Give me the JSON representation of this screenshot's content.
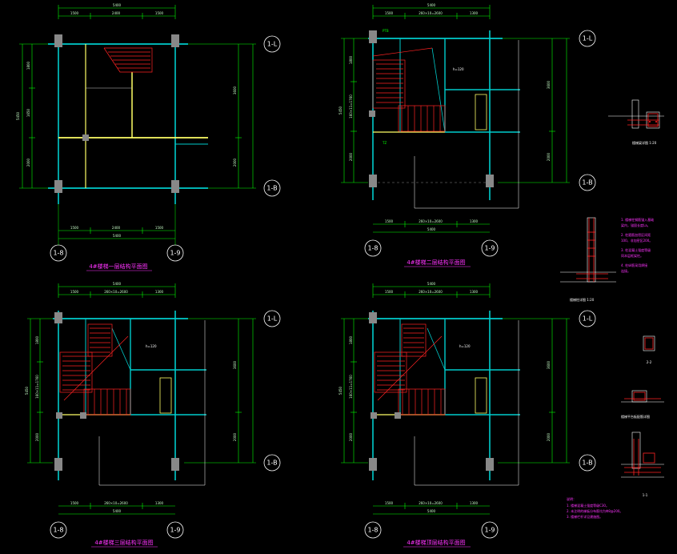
{
  "plans": [
    {
      "id": "plan-1",
      "title": "4#楼梯一层结构平面图",
      "axis_top": "1-L",
      "axis_mid": "1-B",
      "axis_left": "1-8",
      "axis_right": "1-9",
      "dims_top": [
        "1500",
        "2400",
        "1500"
      ],
      "dims_top_total": "5400",
      "dims_bottom": [
        "1500",
        "2400",
        "1500"
      ],
      "dims_bottom_total": "5400",
      "dims_left": [
        "1800",
        "1650",
        "2000"
      ],
      "dims_left_total": "5450",
      "dims_right": [
        "3600",
        "2000"
      ]
    },
    {
      "id": "plan-2",
      "title": "4#楼梯二层结构平面图",
      "axis_top": "1-L",
      "axis_mid": "1-B",
      "axis_left": "1-8",
      "axis_right": "1-9",
      "dims_top": [
        "1500",
        "260×10=2600",
        "1300"
      ],
      "dims_top_total": "5400",
      "dims_bottom": [
        "1500",
        "260×10=2600",
        "1300"
      ],
      "dims_bottom_total": "5400",
      "dims_left": [
        "1800",
        "160×11=1760",
        "2000"
      ],
      "dims_left_total": "5450",
      "dims_right": [
        "3600",
        "2000"
      ]
    },
    {
      "id": "plan-3",
      "title": "4#楼梯三层结构平面图",
      "axis_top": "1-L",
      "axis_mid": "1-B",
      "axis_left": "1-8",
      "axis_right": "1-9",
      "dims_top": [
        "1500",
        "260×10=2600",
        "1300"
      ],
      "dims_top_total": "5400",
      "dims_bottom": [
        "1500",
        "260×10=2600",
        "1300"
      ],
      "dims_bottom_total": "5400",
      "dims_left": [
        "1800",
        "160×11=1760",
        "2000"
      ],
      "dims_left_total": "5450",
      "dims_right": [
        "3600",
        "2000"
      ]
    },
    {
      "id": "plan-4",
      "title": "4#楼梯顶层结构平面图",
      "axis_top": "1-L",
      "axis_mid": "1-B",
      "axis_left": "1-8",
      "axis_right": "1-9",
      "dims_top": [
        "1500",
        "260×10=2600",
        "1300"
      ],
      "dims_top_total": "5400",
      "dims_bottom": [
        "1500",
        "260×10=2600",
        "1300"
      ],
      "dims_bottom_total": "5400",
      "dims_left": [
        "1800",
        "160×11=1760",
        "2000"
      ],
      "dims_left_total": "5450",
      "dims_right": [
        "3600",
        "2000"
      ]
    }
  ],
  "details": {
    "detail_a_label": "楼梯梁详图 1:20",
    "detail_b_label": "楼梯柱详图 1:20",
    "section_1_label": "1-1",
    "section_2_label": "2-2",
    "detail_c_label": "楼梯平台板配筋详图",
    "notes_b": [
      "1. 楼梯柱钢筋锚入基础",
      "   梁内，锚固长度La。",
      "2. 柱箍筋加密区间距",
      "   100，非加密区200。",
      "3. 柱混凝土强度等级",
      "   同本层框架柱。",
      "4. 柱纵筋采用焊接",
      "   连接。"
    ],
    "notes_title": "说明：",
    "notes_main": [
      "1. 楼梯混凝土强度等级C30。",
      "2. 未注明的梯板分布筋均为Φ8@200。",
      "3. 楼梯栏杆详见建施图。"
    ]
  },
  "colors": {
    "background": "#000000",
    "dimension": "#00ff00",
    "grid_axis": "#ffffff",
    "beam": "#ffff66",
    "wall": "#00cccc",
    "rebar": "#ff2222",
    "title": "#ff33ff",
    "column": "#888888"
  }
}
